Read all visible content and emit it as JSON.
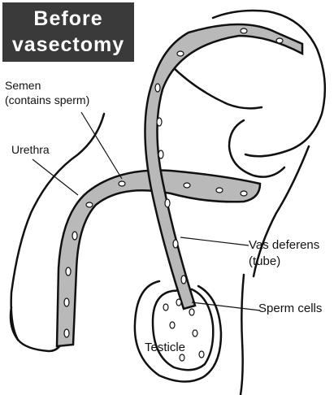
{
  "title": {
    "line1": "Before",
    "line2": "vasectomy"
  },
  "labels": {
    "semen_line1": "Semen",
    "semen_line2": "(contains sperm)",
    "urethra": "Urethra",
    "vas_line1": "Vas deferens",
    "vas_line2": "(tube)",
    "sperm_cells": "Sperm cells",
    "testicle": "Testicle"
  },
  "colors": {
    "ink": "#111111",
    "tube_fill": "#b9b9b9",
    "title_bg": "#3a3a3a",
    "title_text": "#ffffff"
  }
}
